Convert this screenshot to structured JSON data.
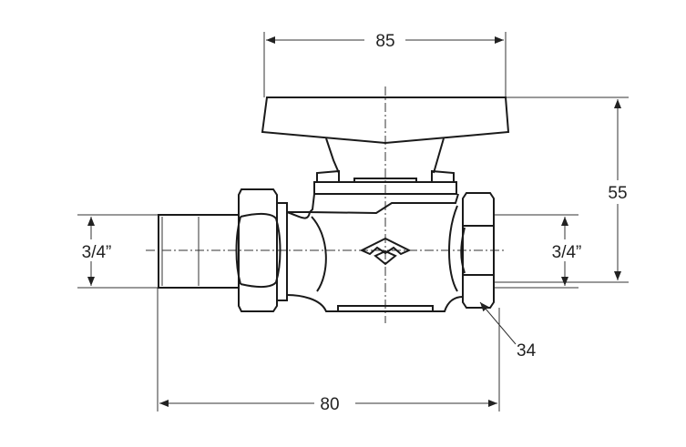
{
  "drawing": {
    "title": "ball valve dimension drawing",
    "dimensions": {
      "handle_width": "85",
      "height": "55",
      "length": "80",
      "inlet_thread": "3/4”",
      "outlet_thread": "3/4”",
      "hex_size": "34"
    }
  }
}
